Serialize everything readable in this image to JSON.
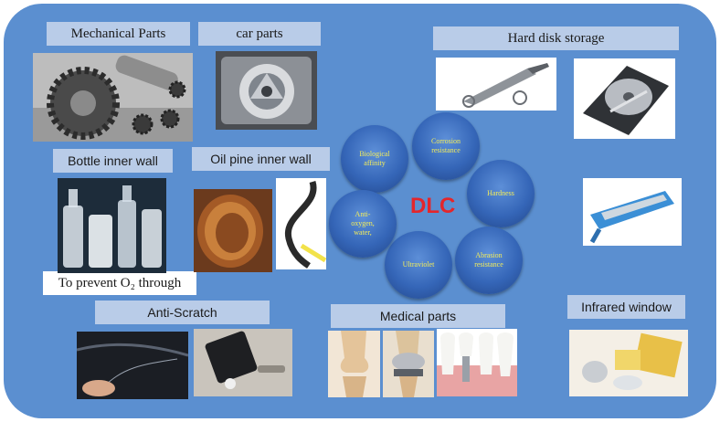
{
  "center": {
    "title": "DLC"
  },
  "properties": [
    {
      "label": "Biological\naffinity"
    },
    {
      "label": "Corrosion\nresistance"
    },
    {
      "label": "Hardness"
    },
    {
      "label": "Abrasion\nresistance"
    },
    {
      "label": "Ultraviolet"
    },
    {
      "label": "Anti-\noxygen,\nwater,"
    }
  ],
  "applications": {
    "mechanical_parts": "Mechanical Parts",
    "car_parts": "car parts",
    "hard_disk_storage": "Hard disk storage",
    "bottle_inner_wall": "Bottle inner wall",
    "oil_pine_inner_wall": "Oil pine inner wall",
    "prevent_o2": "To prevent O₂ through",
    "anti_scratch": "Anti-Scratch",
    "medical_parts": "Medical parts",
    "infrared_window": "Infrared window"
  },
  "colors": {
    "background": "#5b8fd0",
    "label_fill": "#b9cce8",
    "bubble": "#3566b8",
    "bubble_text": "#f3ec5a",
    "dlc_text": "#e4262b"
  }
}
